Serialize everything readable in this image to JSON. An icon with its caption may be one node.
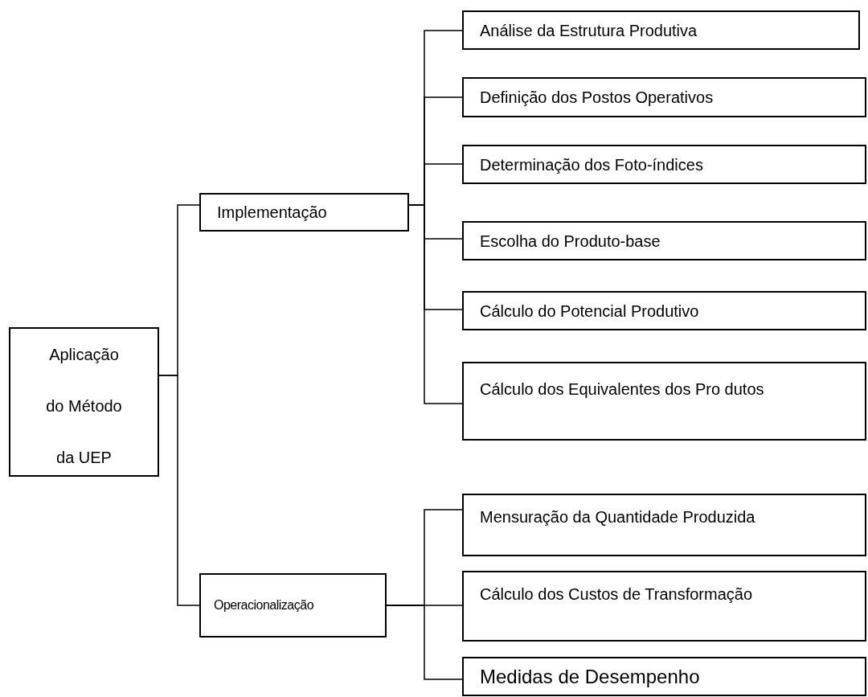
{
  "diagram": {
    "nodes": [
      {
        "text": [
          "Aplicação do Método da UEP"
        ]
      },
      {
        "text": [
          "Implementação"
        ]
      },
      {
        "text": [
          "Operacionalização"
        ]
      },
      {
        "text": [
          "Análise da Estrutura Produtiva"
        ]
      },
      {
        "text": [
          "Definição dos Postos Operativos"
        ]
      },
      {
        "text": [
          "Determinação dos Foto-índices"
        ]
      },
      {
        "text": [
          "Escolha do Produto-base"
        ]
      },
      {
        "text": [
          "Cálculo do Potencial Produtivo"
        ]
      },
      {
        "text": [
          "Cálculo dos Equivalentes dos Pro dutos"
        ]
      },
      {
        "text": [
          "Mensuração da Quantidade Produzida"
        ]
      },
      {
        "text": [
          "Cálculo dos Custos de  Transformação"
        ]
      },
      {
        "text": [
          "Medidas de Desempenho"
        ]
      }
    ],
    "edges": [
      {
        "from": 0,
        "to": 1,
        "arrow": "none"
      },
      {
        "from": 0,
        "to": 2,
        "arrow": "none"
      },
      {
        "from": 1,
        "to": 3,
        "arrow": "none"
      },
      {
        "from": 1,
        "to": 4,
        "arrow": "none"
      },
      {
        "from": 1,
        "to": 5,
        "arrow": "none"
      },
      {
        "from": 1,
        "to": 6,
        "arrow": "none"
      },
      {
        "from": 1,
        "to": 7,
        "arrow": "none"
      },
      {
        "from": 1,
        "to": 8,
        "arrow": "none"
      },
      {
        "from": 2,
        "to": 9,
        "arrow": "none"
      },
      {
        "from": 2,
        "to": 10,
        "arrow": "none"
      },
      {
        "from": 2,
        "to": 11,
        "arrow": "none"
      }
    ]
  }
}
